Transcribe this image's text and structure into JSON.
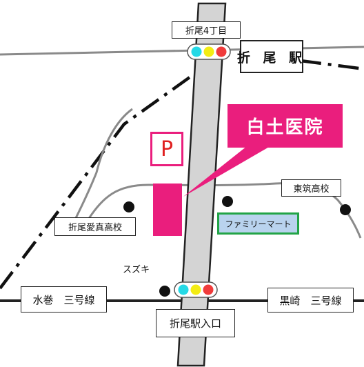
{
  "labels": {
    "intersection_top": "折尾4丁目",
    "station": "折 尾 駅",
    "clinic": "白土医院",
    "parking": "P",
    "school_east": "東筑高校",
    "school_west": "折尾愛真高校",
    "store": "ファミリーマート",
    "suzuki": "スズキ",
    "road_west": "水巻　三号線",
    "road_east": "黒崎　三号線",
    "intersection_bottom": "折尾駅入口"
  },
  "colors": {
    "clinic": "#ea1e7d",
    "parking_border": "#ea1e7d",
    "parking_letter": "#e02020",
    "store_border": "#22a447",
    "store_fill": "#b9d3ee",
    "main_road": "#d4d4d4",
    "minor_road": "#8a8a8a",
    "signal_cyan": "#25d9e6",
    "signal_yellow": "#f3ec13",
    "signal_red": "#f03b3b"
  },
  "icons": [
    "traffic-signal-icon",
    "landmark-dot-icon"
  ]
}
